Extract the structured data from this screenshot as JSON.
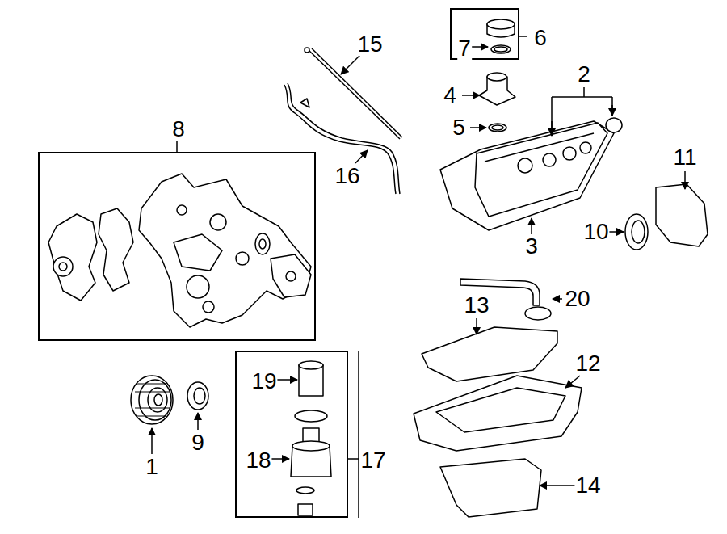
{
  "diagram": {
    "nodes": [
      {
        "text": [
          "8"
        ]
      },
      {
        "text": [
          "7",
          "6"
        ]
      },
      {
        "text": [
          "19",
          "18",
          "17"
        ]
      }
    ],
    "labels": [
      "1",
      "2",
      "3",
      "4",
      "5",
      "9",
      "10",
      "11",
      "12",
      "13",
      "14",
      "15",
      "16",
      "20"
    ]
  }
}
